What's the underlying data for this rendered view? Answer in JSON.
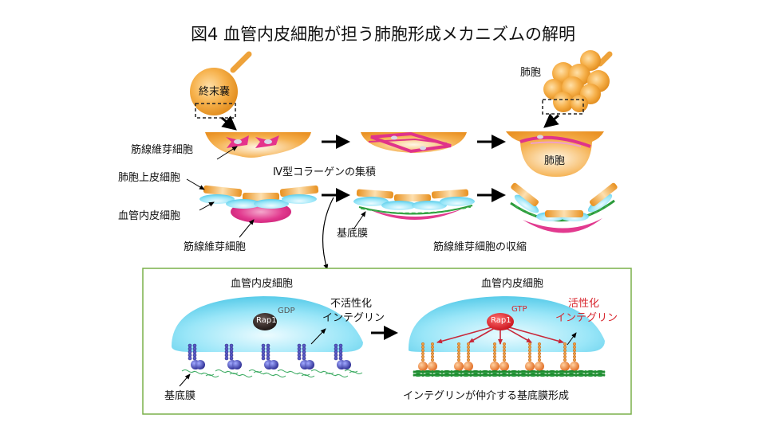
{
  "title": "図4 血管内皮細胞が担う肺胞形成メカニズムの解明",
  "top_row": {
    "terminal_sac_label": "終末嚢",
    "alveolus_cluster_label": "肺胞",
    "alveolus_section_label": "肺胞",
    "myofibroblast_label": "筋線維芽細胞",
    "collagen_label": "Ⅳ型コラーゲンの集積"
  },
  "middle_row": {
    "alveolar_epithelial_label": "肺胞上皮細胞",
    "endothelial_label": "血管内皮細胞",
    "myofibroblast_label": "筋線維芽細胞",
    "basement_membrane_label": "基底膜",
    "contraction_label": "筋線維芽細胞の収縮"
  },
  "inset": {
    "left": {
      "cell_label": "血管内皮細胞",
      "rap1_label": "Rap1",
      "nucleotide_label": "GDP",
      "integrin_label_line1": "不活性化",
      "integrin_label_line2": "インテグリン",
      "basement_membrane_label": "基底膜"
    },
    "right": {
      "cell_label": "血管内皮細胞",
      "rap1_label": "Rap1",
      "nucleotide_label": "GTP",
      "integrin_label_line1": "活性化",
      "integrin_label_line2": "インテグリン",
      "caption": "インテグリンが仲介する基底膜形成"
    }
  },
  "colors": {
    "orange": "#f0a030",
    "magenta": "#e0388c",
    "cyan": "#7fd8f0",
    "green": "#2a9a3a",
    "inset_border": "#7ab04a",
    "active_red": "#d8262e",
    "integrin_blue": "#3a3aa0"
  }
}
